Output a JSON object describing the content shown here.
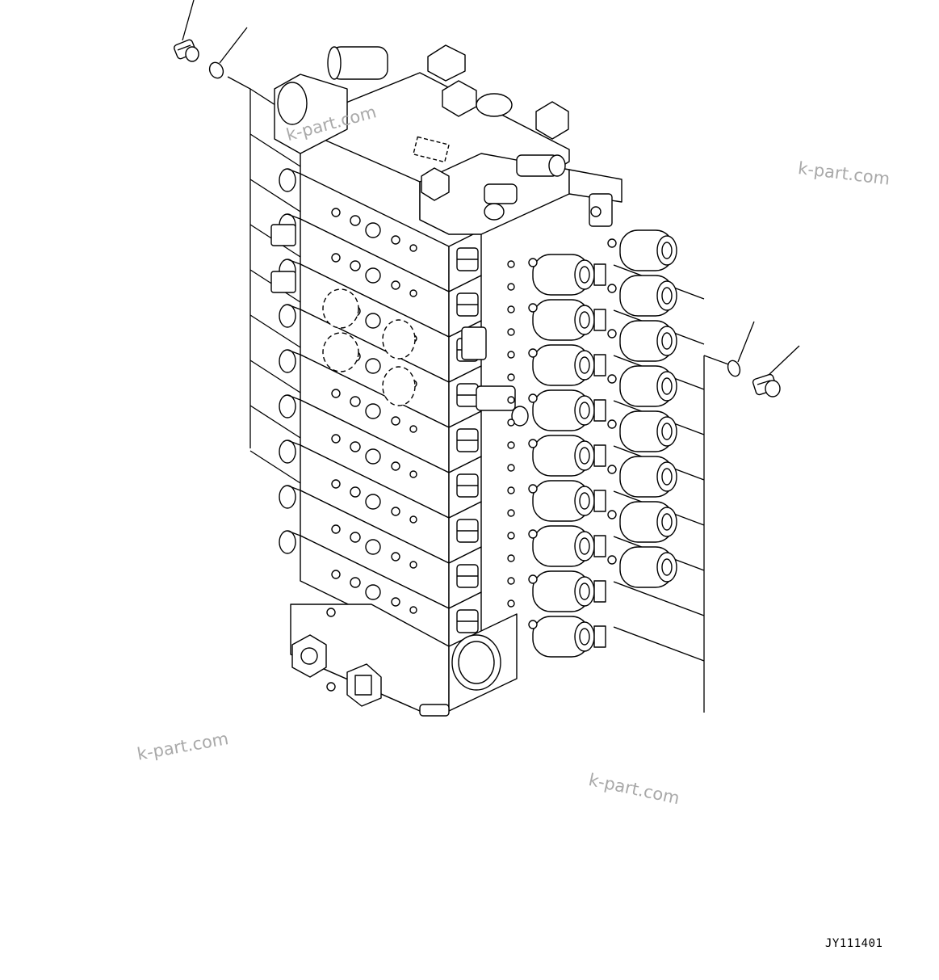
{
  "diagram": {
    "drawing_code": "JY111401",
    "watermark_text": "k-part.com",
    "stroke_color": "#000000",
    "background_color": "#ffffff",
    "watermark_color": "#a9a9a9",
    "section_count": 9,
    "parts": [
      {
        "name": "plug-left",
        "kind": "plug"
      },
      {
        "name": "o-ring-left",
        "kind": "o-ring"
      },
      {
        "name": "o-ring-right",
        "kind": "o-ring"
      },
      {
        "name": "plug-right",
        "kind": "plug"
      }
    ]
  }
}
